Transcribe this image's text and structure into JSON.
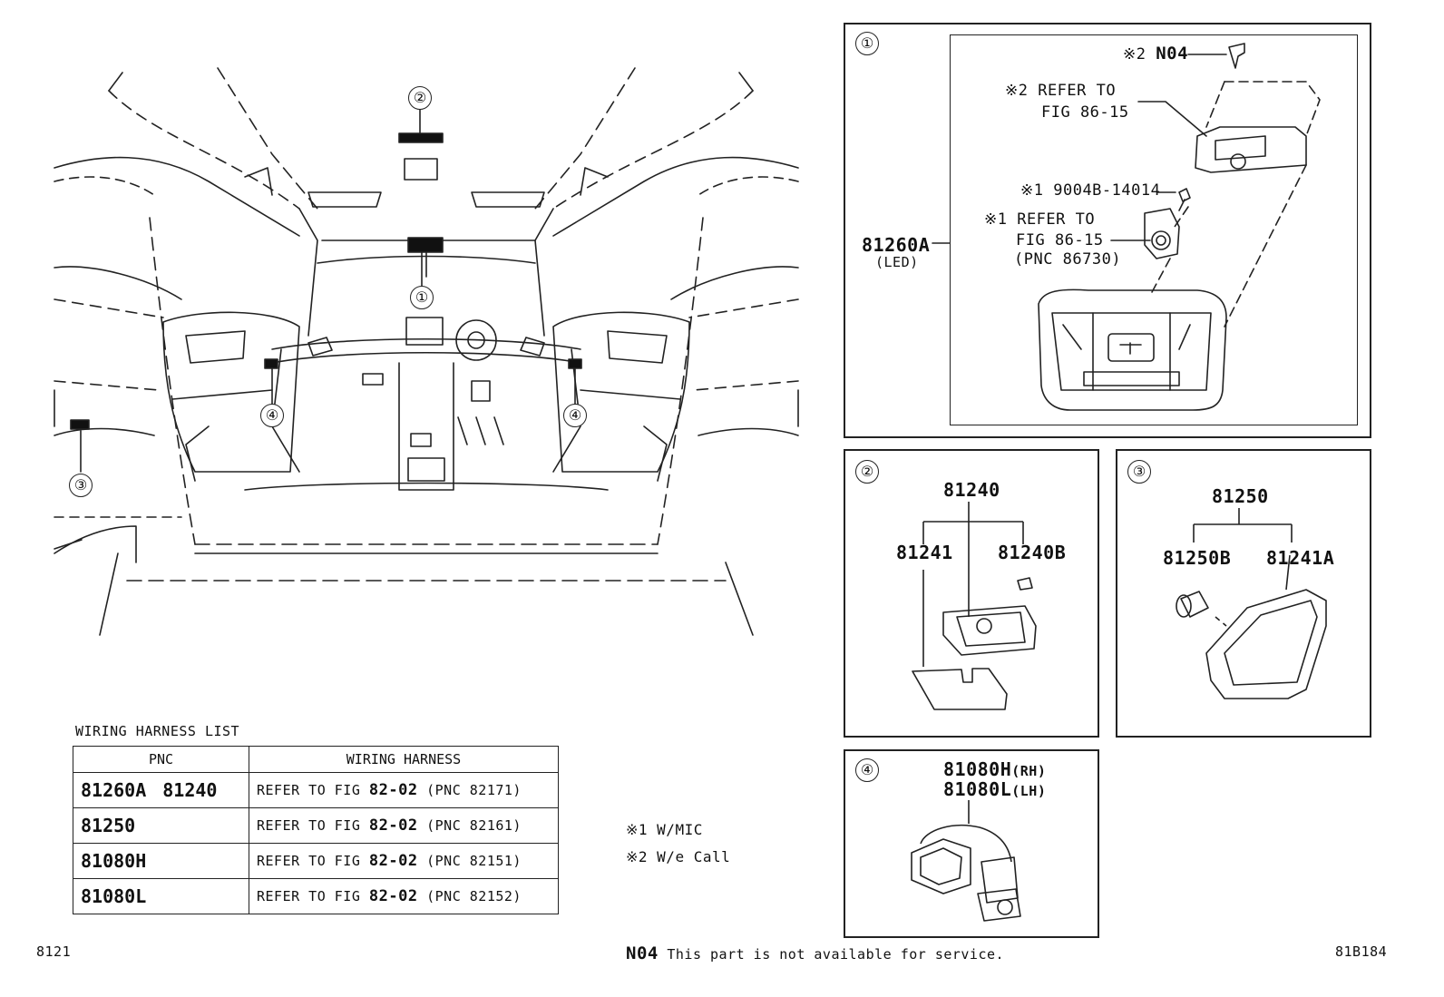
{
  "diagram": {
    "vehicle_callouts": {
      "c1": "①",
      "c2": "②",
      "c3": "③",
      "c4_left": "④",
      "c4_right": "④"
    },
    "panel1": {
      "badge": "①",
      "n04_mark": "※2",
      "n04_part": "N04",
      "refer_a_line1": "※2 REFER TO",
      "refer_a_line2": "FIG 86-15",
      "bolt_mark": "※1",
      "bolt_part": "9004B-14014",
      "refer_b_line1": "※1 REFER TO",
      "refer_b_line2": "FIG 86-15",
      "refer_b_line3": "(PNC 86730)",
      "main_part": "81260A",
      "main_note": "(LED)"
    },
    "panel2": {
      "badge": "②",
      "assembly": "81240",
      "left_part": "81241",
      "right_part": "81240B"
    },
    "panel3": {
      "badge": "③",
      "assembly": "81250",
      "left_part": "81250B",
      "right_part": "81241A"
    },
    "panel4": {
      "badge": "④",
      "part_rh": "81080H",
      "rh": "(RH)",
      "part_lh": "81080L",
      "lh": "(LH)"
    }
  },
  "wiring_harness": {
    "title": "WIRING HARNESS LIST",
    "headers": [
      "PNC",
      "WIRING HARNESS"
    ],
    "rows": [
      {
        "pnc": [
          "81260A",
          "81240"
        ],
        "ref": "REFER TO FIG",
        "fig": "82-02",
        "pnc_ref": "(PNC 82171)"
      },
      {
        "pnc": [
          "81250"
        ],
        "ref": "REFER TO FIG",
        "fig": "82-02",
        "pnc_ref": "(PNC 82161)"
      },
      {
        "pnc": [
          "81080H"
        ],
        "ref": "REFER TO FIG",
        "fig": "82-02",
        "pnc_ref": "(PNC 82151)"
      },
      {
        "pnc": [
          "81080L"
        ],
        "ref": "REFER TO FIG",
        "fig": "82-02",
        "pnc_ref": "(PNC 82152)"
      }
    ]
  },
  "notes": {
    "n1": "※1 W/MIC",
    "n2": "※2 W/e Call"
  },
  "footer": {
    "left_code": "8121",
    "n04_code": "N04",
    "n04_text": "This part is not available for service.",
    "right_code": "81B184"
  }
}
